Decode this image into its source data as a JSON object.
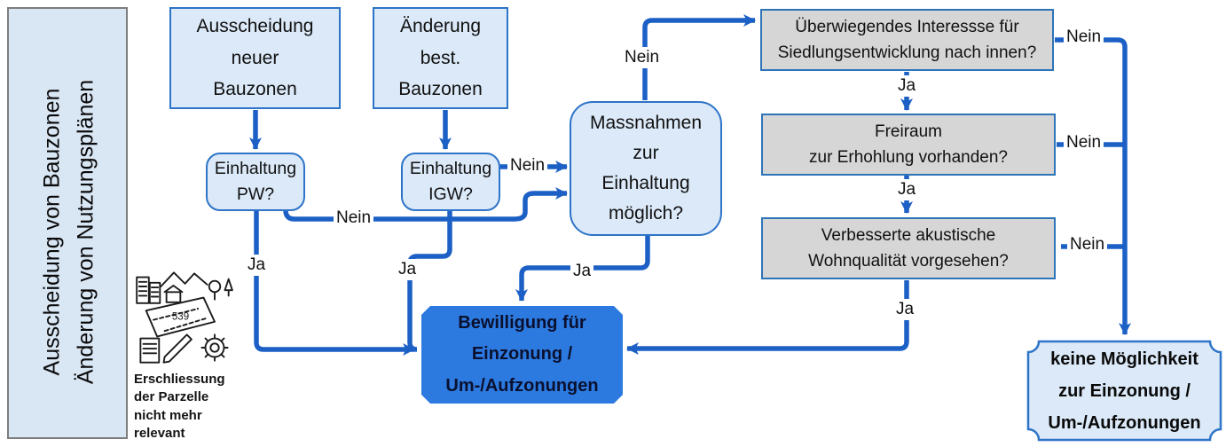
{
  "sidebar": {
    "title": "Ausscheidung von Bauzonen\nÄnderung von Nutzungsplänen"
  },
  "nodes": {
    "new_zones": "Ausscheidung\nneuer\nBauzonen",
    "existing_zones": "Änderung\nbest.\nBauzonen",
    "pw_check": "Einhaltung\nPW?",
    "igw_check": "Einhaltung\nIGW?",
    "measures": "Massnahmen\nzur\nEinhaltung\nmöglich?",
    "interest": "Überwiegendes Interessse für\nSiedlungsentwicklung nach innen?",
    "open_space": "Freiraum\nzur Erhohlung vorhanden?",
    "acoustic": "Verbesserte akustische\nWohnqualität vorgesehen?",
    "approval": "Bewilligung für\nEinzonung /\nUm-/Aufzonungen",
    "no_option": "keine Möglichkeit\nzur Einzonung /\nUm-/Aufzonungen"
  },
  "labels": {
    "yes": "Ja",
    "no": "Nein"
  },
  "icon": {
    "parcel_number": "539",
    "caption": "Erschliessung\nder Parzelle\nnicht mehr\nrelevant"
  },
  "colors": {
    "connector": "#1c60c6",
    "box_border": "#2e74c8",
    "box_fill": "#dbe9f8",
    "gray_fill": "#d6d6d6",
    "accent_fill": "#2c7ae0",
    "sidebar_fill": "#d9e6f4",
    "sidebar_border": "#7d7d7d"
  }
}
